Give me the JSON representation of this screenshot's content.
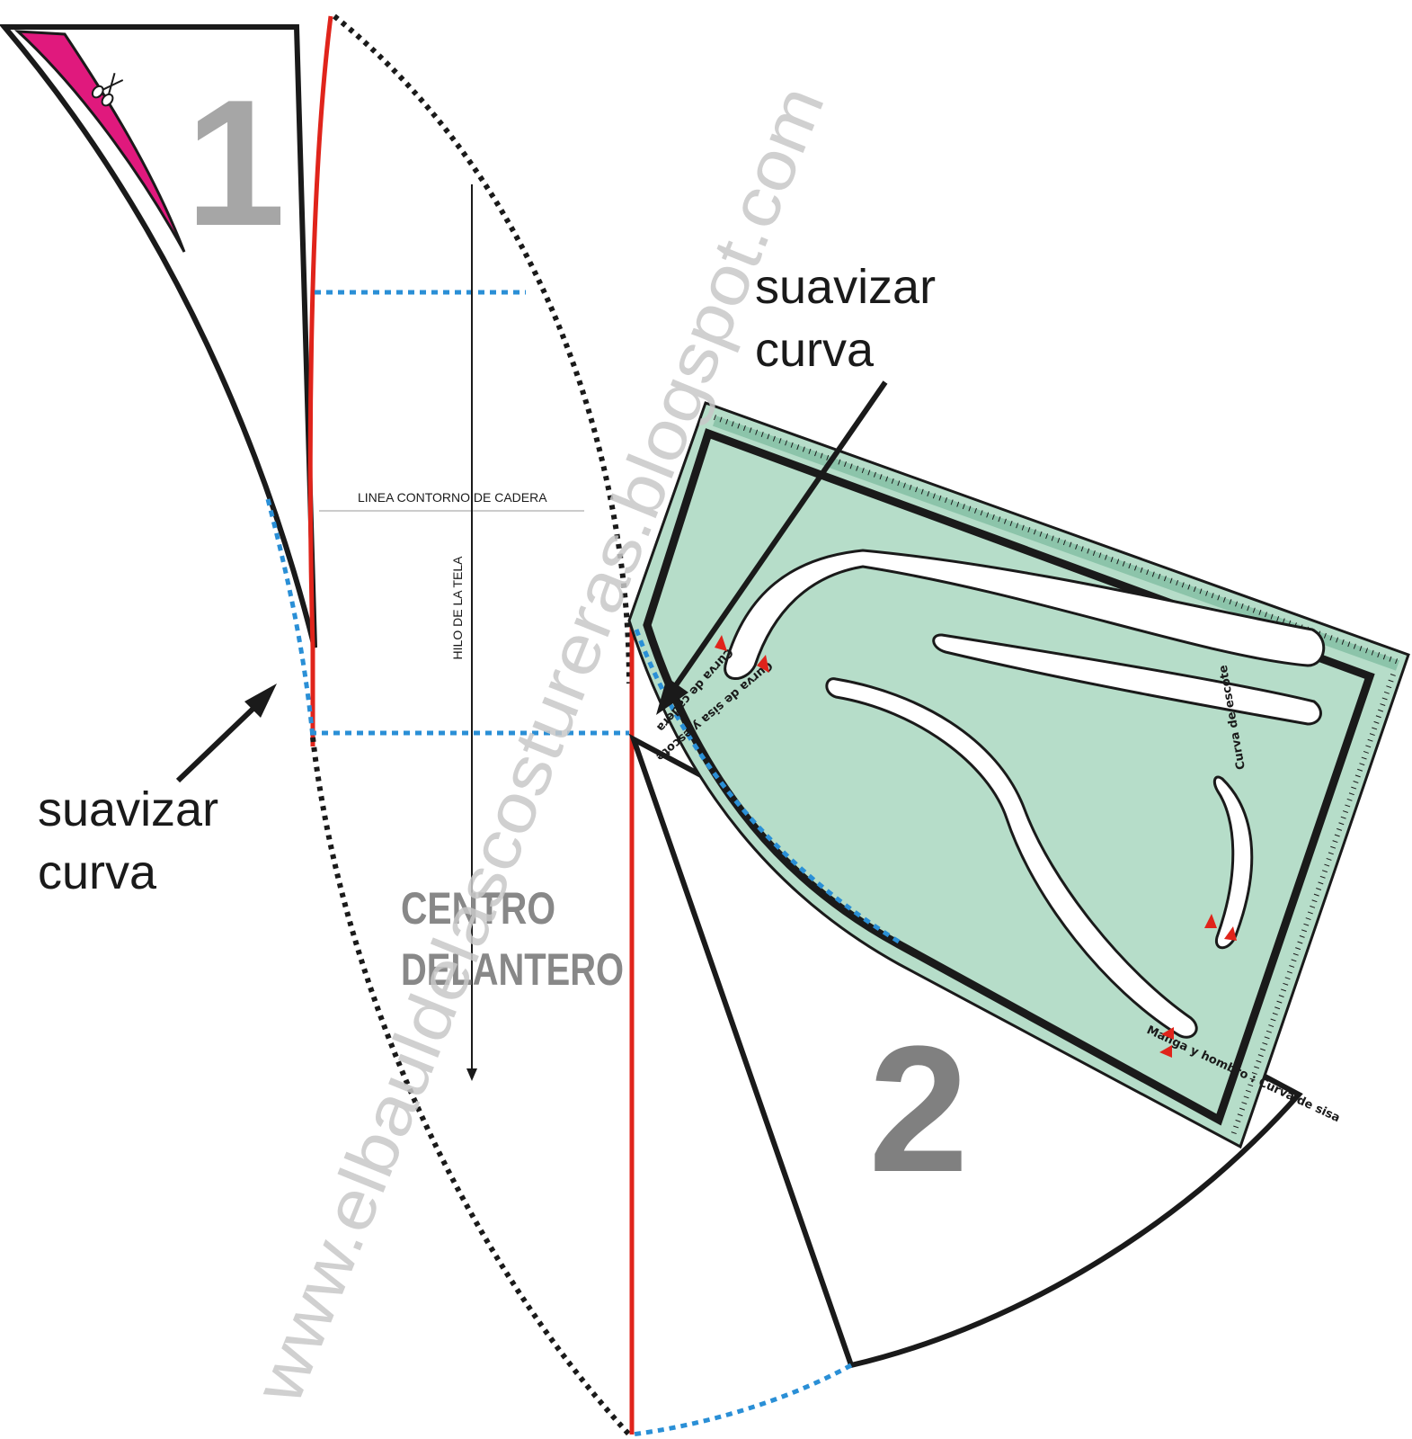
{
  "labels": {
    "piece_1_number": "1",
    "piece_2_number": "2",
    "smooth_curve_left_line1": "suavizar",
    "smooth_curve_left_line2": "curva",
    "smooth_curve_right_line1": "suavizar",
    "smooth_curve_right_line2": "curva",
    "hip_line": "LINEA CONTORNO DE CADERA",
    "grain_line": "HILO DE LA TELA",
    "center_front_line1": "CENTRO",
    "center_front_line2": "DELANTERO",
    "watermark": "www.elbauldelascostureras.blogspot.com"
  },
  "ruler": {
    "text_top": "Curva de cadera",
    "text_top_2": "Curva de sisa y escote",
    "text_center": "Manga y hombro : Curva de sisa",
    "text_right": "Curva de escote"
  },
  "colors": {
    "outline": "#1a1a1a",
    "red_line": "#e0241b",
    "blue_dots": "#2a8fd6",
    "magenta": "#e0197d",
    "ruler_fill": "#b6ddc9",
    "ruler_edge": "#8cc4aa",
    "number_gray": "#a6a6a6",
    "number_dark": "#808080",
    "watermark_gray": "#c8c8c8"
  }
}
